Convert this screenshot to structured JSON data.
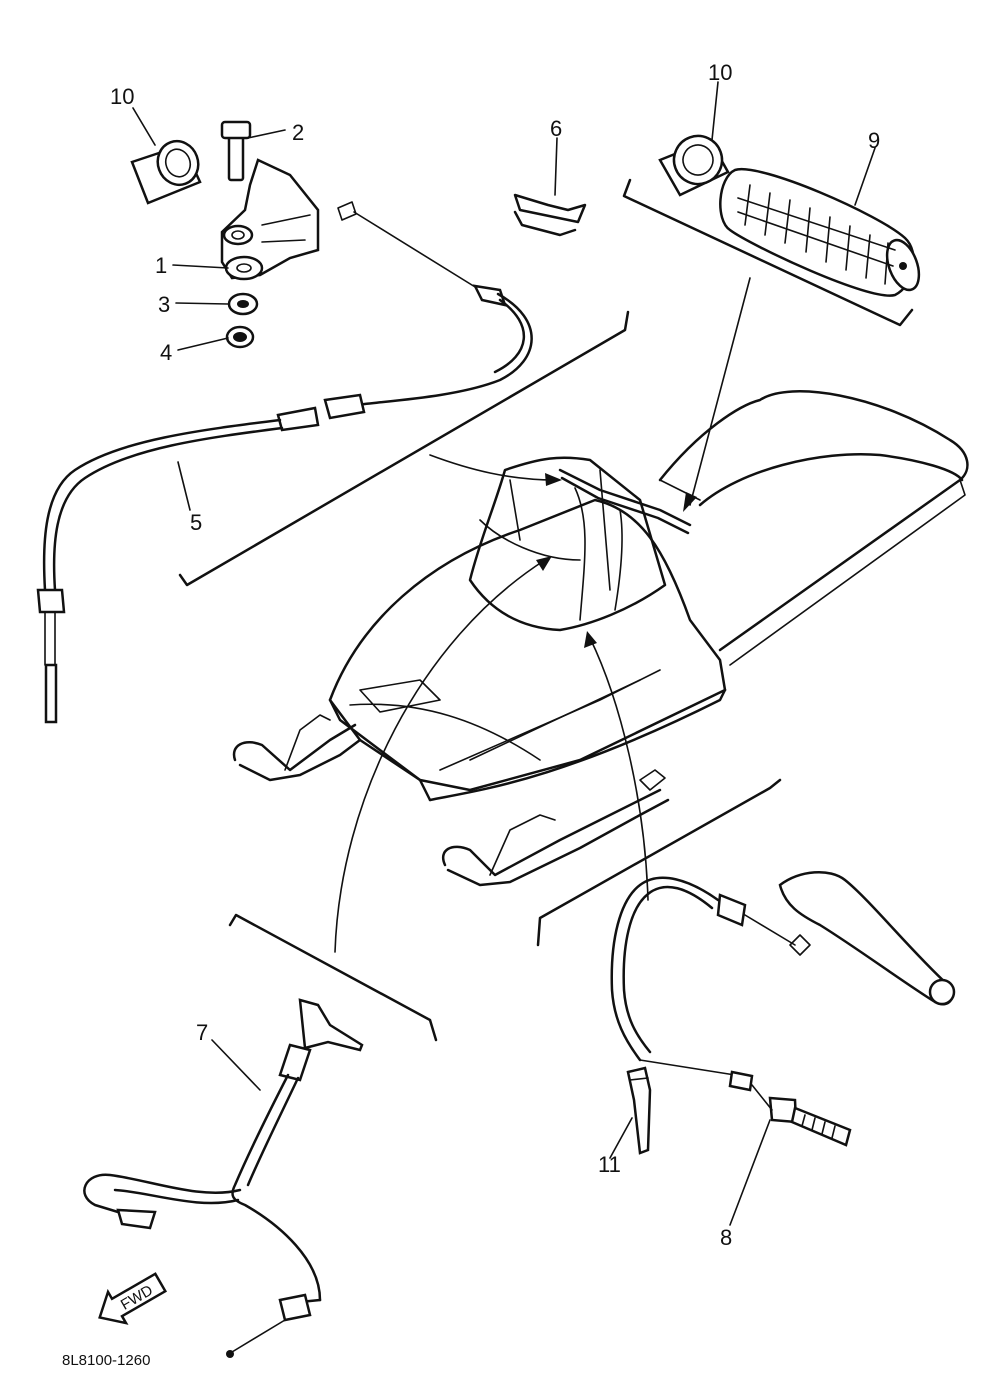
{
  "diagram_code": "8L8100-1260",
  "front_arrow_text": "FWD",
  "callouts": {
    "c1": "1",
    "c2": "2",
    "c3": "3",
    "c4": "4",
    "c5": "5",
    "c6": "6",
    "c7": "7",
    "c8": "8",
    "c9": "9",
    "c10a": "10",
    "c10b": "10",
    "c11": "11"
  }
}
